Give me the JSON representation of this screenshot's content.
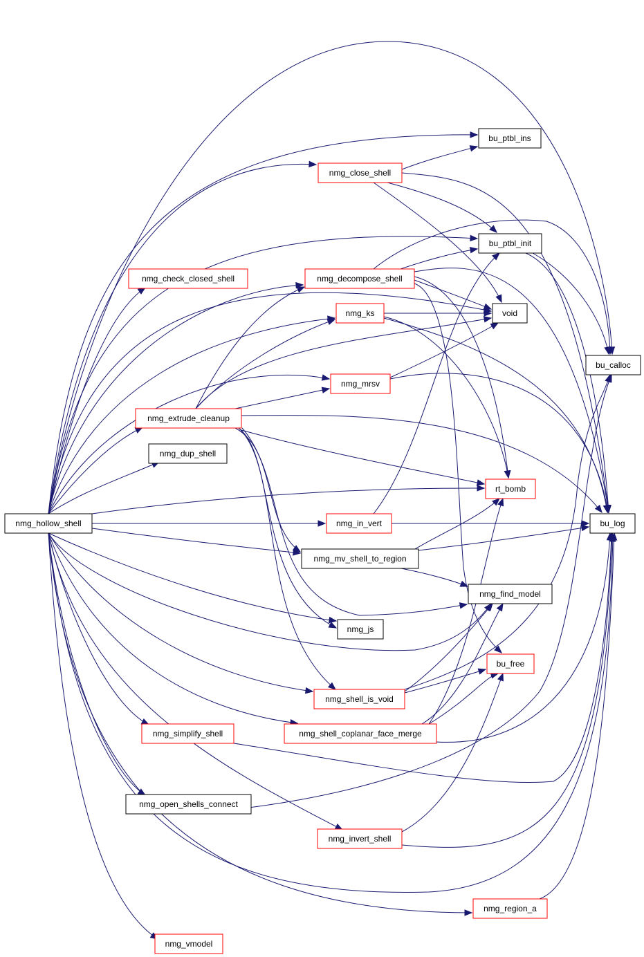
{
  "colors": {
    "edge": "#191970",
    "linked_border": "#ff0000",
    "plain_border": "#000000",
    "root_fill": "#000000",
    "root_text": "#ffffff"
  },
  "nodes": [
    {
      "id": "nmg_hollow_shell",
      "label": "nmg_hollow_shell",
      "kind": "root"
    },
    {
      "id": "bu_ptbl_ins",
      "label": "bu_ptbl_ins",
      "kind": "plain"
    },
    {
      "id": "nmg_close_shell",
      "label": "nmg_close_shell",
      "kind": "linked"
    },
    {
      "id": "bu_ptbl_init",
      "label": "bu_ptbl_init",
      "kind": "plain"
    },
    {
      "id": "nmg_check_closed_shell",
      "label": "nmg_check_closed_shell",
      "kind": "linked"
    },
    {
      "id": "nmg_decompose_shell",
      "label": "nmg_decompose_shell",
      "kind": "linked"
    },
    {
      "id": "nmg_ks",
      "label": "nmg_ks",
      "kind": "linked"
    },
    {
      "id": "void",
      "label": "void",
      "kind": "plain"
    },
    {
      "id": "bu_calloc",
      "label": "bu_calloc",
      "kind": "plain"
    },
    {
      "id": "nmg_mrsv",
      "label": "nmg_mrsv",
      "kind": "linked"
    },
    {
      "id": "nmg_extrude_cleanup",
      "label": "nmg_extrude_cleanup",
      "kind": "linked"
    },
    {
      "id": "nmg_dup_shell",
      "label": "nmg_dup_shell",
      "kind": "plain"
    },
    {
      "id": "rt_bomb",
      "label": "rt_bomb",
      "kind": "linked"
    },
    {
      "id": "nmg_in_vert",
      "label": "nmg_in_vert",
      "kind": "linked"
    },
    {
      "id": "bu_log",
      "label": "bu_log",
      "kind": "plain"
    },
    {
      "id": "nmg_mv_shell_to_region",
      "label": "nmg_mv_shell_to_region",
      "kind": "plain"
    },
    {
      "id": "nmg_find_model",
      "label": "nmg_find_model",
      "kind": "plain"
    },
    {
      "id": "nmg_js",
      "label": "nmg_js",
      "kind": "plain"
    },
    {
      "id": "bu_free",
      "label": "bu_free",
      "kind": "linked"
    },
    {
      "id": "nmg_shell_is_void",
      "label": "nmg_shell_is_void",
      "kind": "linked"
    },
    {
      "id": "nmg_simplify_shell",
      "label": "nmg_simplify_shell",
      "kind": "linked"
    },
    {
      "id": "nmg_shell_coplanar_face_merge",
      "label": "nmg_shell_coplanar_face_merge",
      "kind": "linked"
    },
    {
      "id": "nmg_open_shells_connect",
      "label": "nmg_open_shells_connect",
      "kind": "plain"
    },
    {
      "id": "nmg_invert_shell",
      "label": "nmg_invert_shell",
      "kind": "linked"
    },
    {
      "id": "nmg_region_a",
      "label": "nmg_region_a",
      "kind": "linked"
    },
    {
      "id": "nmg_vmodel",
      "label": "nmg_vmodel",
      "kind": "linked"
    }
  ],
  "edges": [
    {
      "from": "nmg_hollow_shell",
      "to": "bu_calloc"
    },
    {
      "from": "nmg_hollow_shell",
      "to": "bu_ptbl_ins"
    },
    {
      "from": "nmg_hollow_shell",
      "to": "nmg_close_shell"
    },
    {
      "from": "nmg_hollow_shell",
      "to": "bu_ptbl_init"
    },
    {
      "from": "nmg_hollow_shell",
      "to": "void"
    },
    {
      "from": "nmg_hollow_shell",
      "to": "nmg_check_closed_shell"
    },
    {
      "from": "nmg_hollow_shell",
      "to": "nmg_decompose_shell"
    },
    {
      "from": "nmg_hollow_shell",
      "to": "nmg_ks"
    },
    {
      "from": "nmg_hollow_shell",
      "to": "nmg_mrsv"
    },
    {
      "from": "nmg_hollow_shell",
      "to": "nmg_extrude_cleanup"
    },
    {
      "from": "nmg_hollow_shell",
      "to": "nmg_dup_shell"
    },
    {
      "from": "nmg_hollow_shell",
      "to": "rt_bomb"
    },
    {
      "from": "nmg_hollow_shell",
      "to": "nmg_in_vert"
    },
    {
      "from": "nmg_hollow_shell",
      "to": "nmg_mv_shell_to_region"
    },
    {
      "from": "nmg_hollow_shell",
      "to": "nmg_js"
    },
    {
      "from": "nmg_hollow_shell",
      "to": "nmg_shell_is_void"
    },
    {
      "from": "nmg_hollow_shell",
      "to": "nmg_shell_coplanar_face_merge"
    },
    {
      "from": "nmg_hollow_shell",
      "to": "nmg_simplify_shell"
    },
    {
      "from": "nmg_hollow_shell",
      "to": "nmg_open_shells_connect"
    },
    {
      "from": "nmg_hollow_shell",
      "to": "nmg_invert_shell"
    },
    {
      "from": "nmg_hollow_shell",
      "to": "nmg_region_a"
    },
    {
      "from": "nmg_hollow_shell",
      "to": "nmg_vmodel"
    },
    {
      "from": "nmg_hollow_shell",
      "to": "bu_log"
    },
    {
      "from": "nmg_hollow_shell",
      "to": "nmg_find_model"
    },
    {
      "from": "nmg_close_shell",
      "to": "bu_ptbl_ins"
    },
    {
      "from": "nmg_close_shell",
      "to": "bu_ptbl_init"
    },
    {
      "from": "nmg_close_shell",
      "to": "void"
    },
    {
      "from": "nmg_close_shell",
      "to": "bu_log"
    },
    {
      "from": "nmg_decompose_shell",
      "to": "bu_ptbl_init"
    },
    {
      "from": "nmg_decompose_shell",
      "to": "bu_calloc"
    },
    {
      "from": "nmg_decompose_shell",
      "to": "void"
    },
    {
      "from": "nmg_decompose_shell",
      "to": "bu_log"
    },
    {
      "from": "nmg_decompose_shell",
      "to": "rt_bomb"
    },
    {
      "from": "nmg_decompose_shell",
      "to": "bu_free"
    },
    {
      "from": "nmg_ks",
      "to": "void"
    },
    {
      "from": "nmg_ks",
      "to": "bu_log"
    },
    {
      "from": "nmg_ks",
      "to": "rt_bomb"
    },
    {
      "from": "nmg_mrsv",
      "to": "void"
    },
    {
      "from": "nmg_mrsv",
      "to": "bu_log"
    },
    {
      "from": "nmg_extrude_cleanup",
      "to": "nmg_decompose_shell"
    },
    {
      "from": "nmg_extrude_cleanup",
      "to": "nmg_ks"
    },
    {
      "from": "nmg_extrude_cleanup",
      "to": "void"
    },
    {
      "from": "nmg_extrude_cleanup",
      "to": "nmg_mrsv"
    },
    {
      "from": "nmg_extrude_cleanup",
      "to": "rt_bomb"
    },
    {
      "from": "nmg_extrude_cleanup",
      "to": "bu_log"
    },
    {
      "from": "nmg_extrude_cleanup",
      "to": "nmg_mv_shell_to_region"
    },
    {
      "from": "nmg_extrude_cleanup",
      "to": "nmg_js"
    },
    {
      "from": "nmg_extrude_cleanup",
      "to": "nmg_shell_is_void"
    },
    {
      "from": "nmg_extrude_cleanup",
      "to": "nmg_find_model"
    },
    {
      "from": "bu_ptbl_init",
      "to": "bu_calloc"
    },
    {
      "from": "bu_ptbl_init",
      "to": "bu_log"
    },
    {
      "from": "nmg_in_vert",
      "to": "bu_ptbl_init"
    },
    {
      "from": "nmg_in_vert",
      "to": "bu_log"
    },
    {
      "from": "nmg_mv_shell_to_region",
      "to": "rt_bomb"
    },
    {
      "from": "nmg_mv_shell_to_region",
      "to": "bu_log"
    },
    {
      "from": "nmg_mv_shell_to_region",
      "to": "nmg_find_model"
    },
    {
      "from": "nmg_shell_is_void",
      "to": "nmg_find_model"
    },
    {
      "from": "nmg_shell_is_void",
      "to": "bu_free"
    },
    {
      "from": "nmg_shell_is_void",
      "to": "bu_calloc"
    },
    {
      "from": "nmg_shell_coplanar_face_merge",
      "to": "nmg_find_model"
    },
    {
      "from": "nmg_shell_coplanar_face_merge",
      "to": "bu_free"
    },
    {
      "from": "nmg_shell_coplanar_face_merge",
      "to": "rt_bomb"
    },
    {
      "from": "nmg_shell_coplanar_face_merge",
      "to": "bu_log"
    },
    {
      "from": "nmg_simplify_shell",
      "to": "bu_log"
    },
    {
      "from": "nmg_open_shells_connect",
      "to": "bu_calloc"
    },
    {
      "from": "nmg_invert_shell",
      "to": "bu_free"
    },
    {
      "from": "nmg_invert_shell",
      "to": "bu_log"
    },
    {
      "from": "nmg_region_a",
      "to": "bu_log"
    }
  ]
}
